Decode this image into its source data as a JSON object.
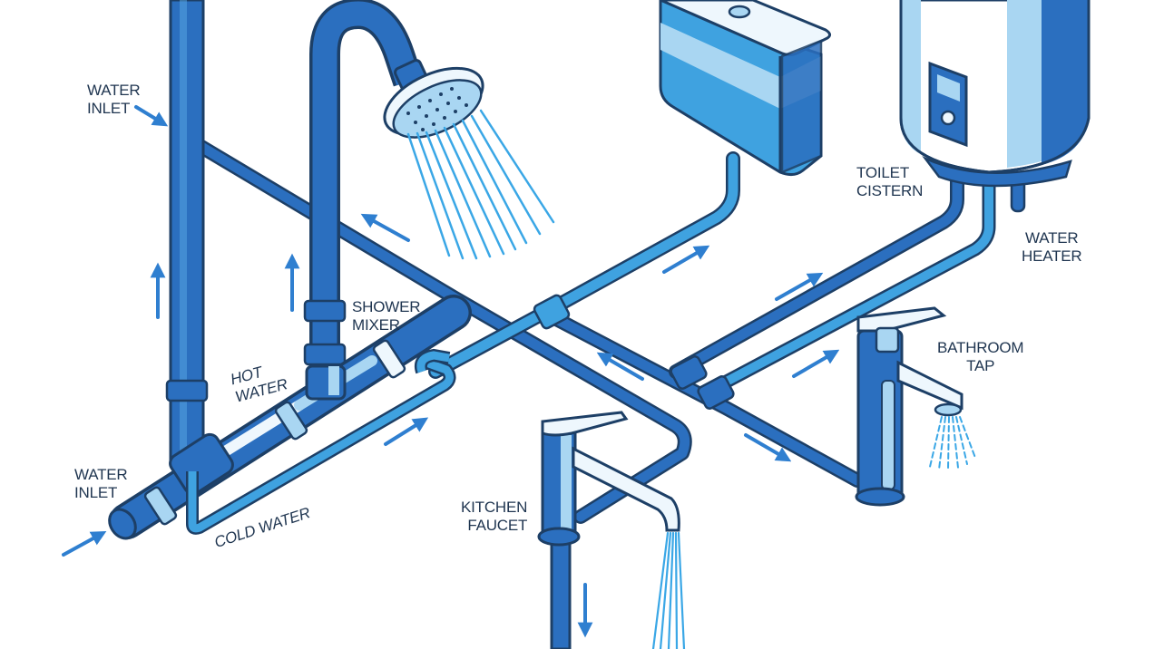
{
  "diagram": {
    "type": "plumbing-system-illustration",
    "colors": {
      "background": "#ffffff",
      "pipe_dark": "#2b6fbf",
      "pipe_light": "#3fa2e0",
      "pale": "#a9d6f2",
      "outline": "#1d3f66",
      "arrow": "#2f7fd0",
      "water_spray": "#3aa7e6",
      "label_text": "#1f3550"
    },
    "labels": {
      "water_inlet_top": {
        "line1": "WATER",
        "line2": "INLET"
      },
      "water_inlet_bottom": {
        "line1": "WATER",
        "line2": "INLET"
      },
      "hot_water": {
        "line1": "HOT",
        "line2": "WATER"
      },
      "cold_water": {
        "line1": "COLD WATER"
      },
      "shower_mixer": {
        "line1": "SHOWER",
        "line2": "MIXER"
      },
      "toilet_cistern": {
        "line1": "TOILET",
        "line2": "CISTERN"
      },
      "water_heater": {
        "line1": "WATER",
        "line2": "HEATER"
      },
      "bathroom_tap": {
        "line1": "BATHROOM",
        "line2": "TAP"
      },
      "kitchen_faucet": {
        "line1": "KITCHEN",
        "line2": "FAUCET"
      }
    },
    "components": [
      "water-inlet",
      "shower-mixer",
      "shower-head",
      "toilet-cistern",
      "water-heater",
      "bathroom-tap",
      "kitchen-faucet",
      "hot-water-line",
      "cold-water-line"
    ],
    "flow_arrows": [
      {
        "id": "inlet-top",
        "direction": "down-right"
      },
      {
        "id": "inlet-bottom",
        "direction": "up-right"
      },
      {
        "id": "riser-left",
        "direction": "up"
      },
      {
        "id": "riser-shower",
        "direction": "up"
      },
      {
        "id": "to-shower",
        "direction": "up-left"
      },
      {
        "id": "cold-line",
        "direction": "up-right"
      },
      {
        "id": "to-cistern",
        "direction": "up-right"
      },
      {
        "id": "return",
        "direction": "up-left"
      },
      {
        "id": "to-heater",
        "direction": "up-right"
      },
      {
        "id": "to-tap",
        "direction": "up-right"
      },
      {
        "id": "to-faucet-branch",
        "direction": "down-right"
      },
      {
        "id": "kitchen-drain",
        "direction": "down"
      }
    ]
  }
}
